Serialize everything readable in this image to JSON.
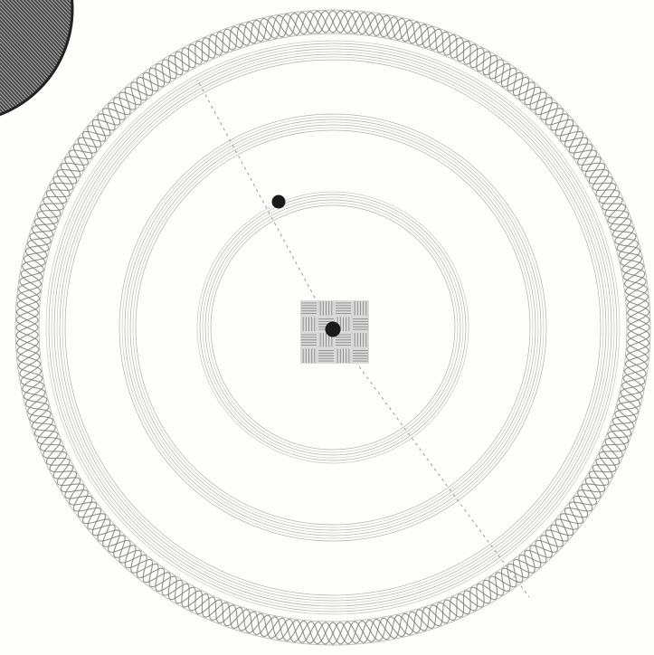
{
  "artwork": {
    "colors": {
      "paper": "#fdfdfc",
      "ink": "#333333",
      "ink_light": "#8a8a8a",
      "ink_faint": "#b5b5b5",
      "dot": "#1a1a1a"
    },
    "elements": {
      "corner_disc": "hatched-disc",
      "outer_border": "braided-rope-border",
      "ring_bands": "concentric-line-bands",
      "center_plate": "woven-square",
      "center_pin": "center-dot",
      "orbit_dot": "small-dot",
      "dashed_spokes": "dashed-radial-lines"
    }
  }
}
